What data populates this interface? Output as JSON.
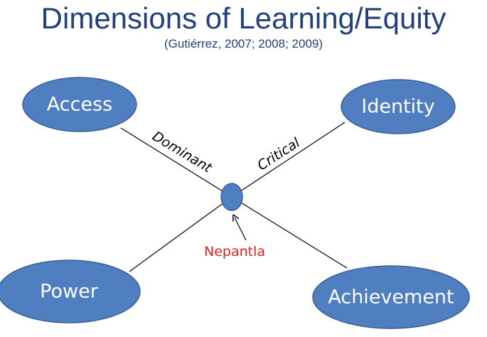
{
  "title": "Dimensions of Learning/Equity",
  "citation": "(Gutiérrez, 2007; 2008; 2009)",
  "nodes": {
    "access": "Access",
    "identity": "Identity",
    "power": "Power",
    "achievement": "Achievement"
  },
  "axes": {
    "dominant": "Dominant",
    "critical": "Critical"
  },
  "center": {
    "label": "Nepantla"
  },
  "colors": {
    "title": "#23407d",
    "ellipse_fill": "#4f7fc0",
    "ellipse_stroke": "#3a5f94",
    "line": "#000000",
    "center_label": "#e0211f"
  }
}
